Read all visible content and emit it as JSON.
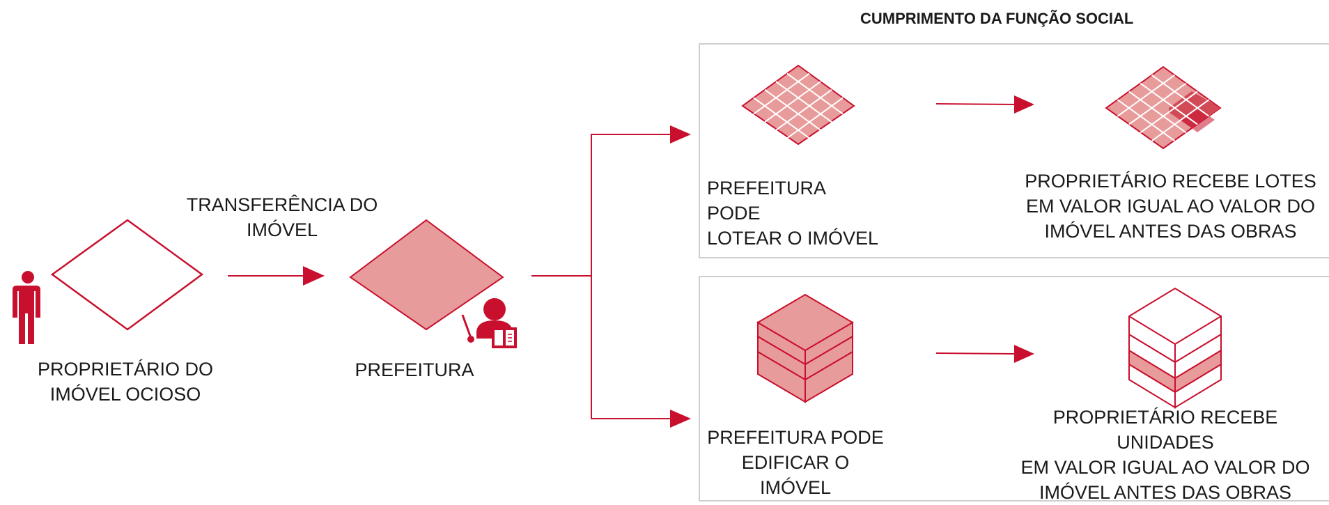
{
  "title": "CUMPRIMENTO DA FUNÇÃO SOCIAL",
  "owner": {
    "label": "PROPRIETÁRIO DO\nIMÓVEL OCIOSO",
    "icon": "person-icon"
  },
  "transfer": {
    "label": "TRANSFERÊNCIA DO\nIMÓVEL"
  },
  "city_hall": {
    "label": "PREFEITURA",
    "icon": "teacher-presenter-icon"
  },
  "scenarios": [
    {
      "action": "PREFEITURA PODE\nLOTEAR O IMÓVEL",
      "result": "PROPRIETÁRIO RECEBE LOTES\nEM VALOR IGUAL AO VALOR DO\nIMÓVEL ANTES DAS OBRAS"
    },
    {
      "action": "PREFEITURA PODE\nEDIFICAR O IMÓVEL",
      "result": "PROPRIETÁRIO RECEBE UNIDADES\nEM VALOR IGUAL AO VALOR DO\nIMÓVEL ANTES DAS OBRAS"
    }
  ],
  "colors": {
    "accent": "#c8102e",
    "fill_light": "#e89b9b",
    "fill_dark": "#d24a55",
    "box_border": "#cfcfcf"
  }
}
